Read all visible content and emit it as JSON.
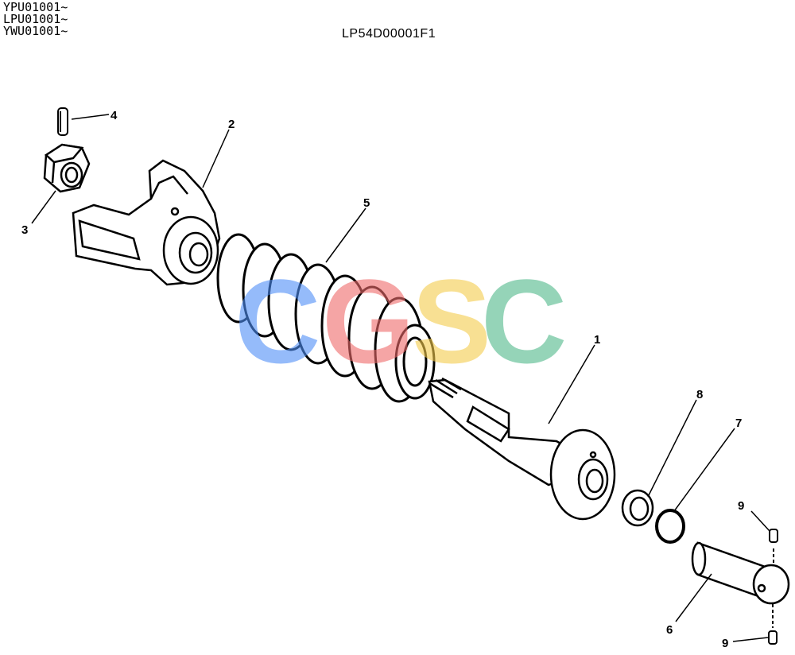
{
  "header": {
    "serials": [
      "YPU01001~",
      "LPU01001~",
      "YWU01001~"
    ],
    "drawing_code": "LP54D00001F1"
  },
  "watermark": {
    "letters": [
      "C",
      "G",
      "S",
      "C"
    ],
    "colors": [
      "#4f8ff7",
      "#ef6b6b",
      "#f5cc4c",
      "#4fb88a"
    ]
  },
  "callouts": {
    "c1": "1",
    "c2": "2",
    "c3": "3",
    "c4": "4",
    "c5": "5",
    "c6": "6",
    "c7": "7",
    "c8": "8",
    "c9a": "9",
    "c9b": "9"
  }
}
